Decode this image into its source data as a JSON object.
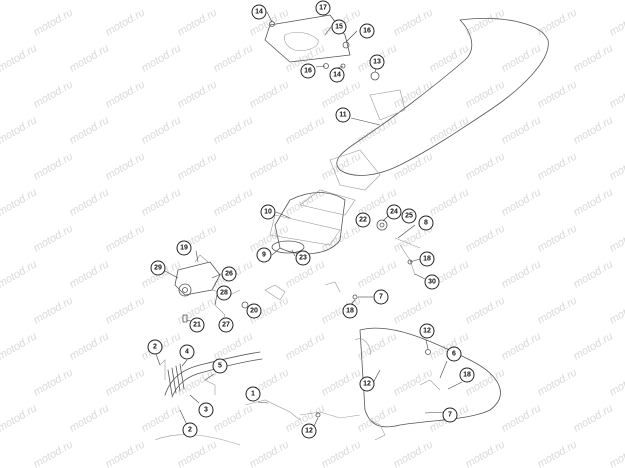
{
  "watermark": {
    "text": "motod.ru"
  },
  "callouts": [
    {
      "id": "c14a",
      "label": "14"
    },
    {
      "id": "c17",
      "label": "17"
    },
    {
      "id": "c15",
      "label": "15"
    },
    {
      "id": "c16a",
      "label": "16"
    },
    {
      "id": "c16b",
      "label": "16"
    },
    {
      "id": "c14b",
      "label": "14"
    },
    {
      "id": "c13",
      "label": "13"
    },
    {
      "id": "c11",
      "label": "11"
    },
    {
      "id": "c10",
      "label": "10"
    },
    {
      "id": "c22",
      "label": "22"
    },
    {
      "id": "c24",
      "label": "24"
    },
    {
      "id": "c25",
      "label": "25"
    },
    {
      "id": "c8",
      "label": "8"
    },
    {
      "id": "c9",
      "label": "9"
    },
    {
      "id": "c23",
      "label": "23"
    },
    {
      "id": "c19",
      "label": "19"
    },
    {
      "id": "c29",
      "label": "29"
    },
    {
      "id": "c26",
      "label": "26"
    },
    {
      "id": "c18a",
      "label": "18"
    },
    {
      "id": "c30",
      "label": "30"
    },
    {
      "id": "c28",
      "label": "28"
    },
    {
      "id": "c7a",
      "label": "7"
    },
    {
      "id": "c20",
      "label": "20"
    },
    {
      "id": "c18b",
      "label": "18"
    },
    {
      "id": "c21",
      "label": "21"
    },
    {
      "id": "c27",
      "label": "27"
    },
    {
      "id": "c12a",
      "label": "12"
    },
    {
      "id": "c2a",
      "label": "2"
    },
    {
      "id": "c4",
      "label": "4"
    },
    {
      "id": "c6",
      "label": "6"
    },
    {
      "id": "c5",
      "label": "5"
    },
    {
      "id": "c18c",
      "label": "18"
    },
    {
      "id": "c12b",
      "label": "12"
    },
    {
      "id": "c1",
      "label": "1"
    },
    {
      "id": "c3",
      "label": "3"
    },
    {
      "id": "c7b",
      "label": "7"
    },
    {
      "id": "c2b",
      "label": "2"
    },
    {
      "id": "c12c",
      "label": "12"
    }
  ]
}
